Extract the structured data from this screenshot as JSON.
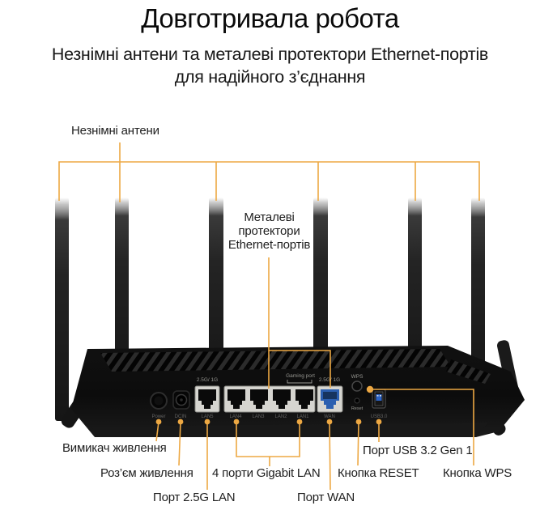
{
  "title": "Довготривала робота",
  "subtitle": {
    "line1": "Незнімні антени та металеві протектори Ethernet-портів",
    "line2": "для надійного з’єднання"
  },
  "colors": {
    "accent_line": "#EDA843",
    "text": "#1c1c1c",
    "wan_blue": "#2b5fb0",
    "usb_blue": "#2b62c4",
    "metal": "#d6d5d0"
  },
  "callouts": {
    "antennas": "Незнімні антени",
    "protectors": [
      "Металеві",
      "протектори",
      "Ethernet-портів"
    ],
    "power_switch": "Вимикач живлення",
    "power_jack": "Роз’єм живлення",
    "lan25": "Порт 2.5G LAN",
    "gigabit_lan": "4 порти Gigabit LAN",
    "wan": "Порт WAN",
    "reset": "Кнопка RESET",
    "usb": "Порт USB 3.2 Gen 1",
    "wps": "Кнопка WPS"
  },
  "device": {
    "port_top_labels": {
      "lan25": "2.5G/ 1G",
      "gaming": "Gaming port",
      "wan": "2.5G/ 1G",
      "wps": "WPS",
      "reset": "Reset"
    },
    "port_bottom_labels": [
      "Power",
      "DCIN",
      "LAN5",
      "LAN4",
      "LAN3",
      "LAN2",
      "LAN1",
      "WAN",
      "USB3.0"
    ]
  }
}
